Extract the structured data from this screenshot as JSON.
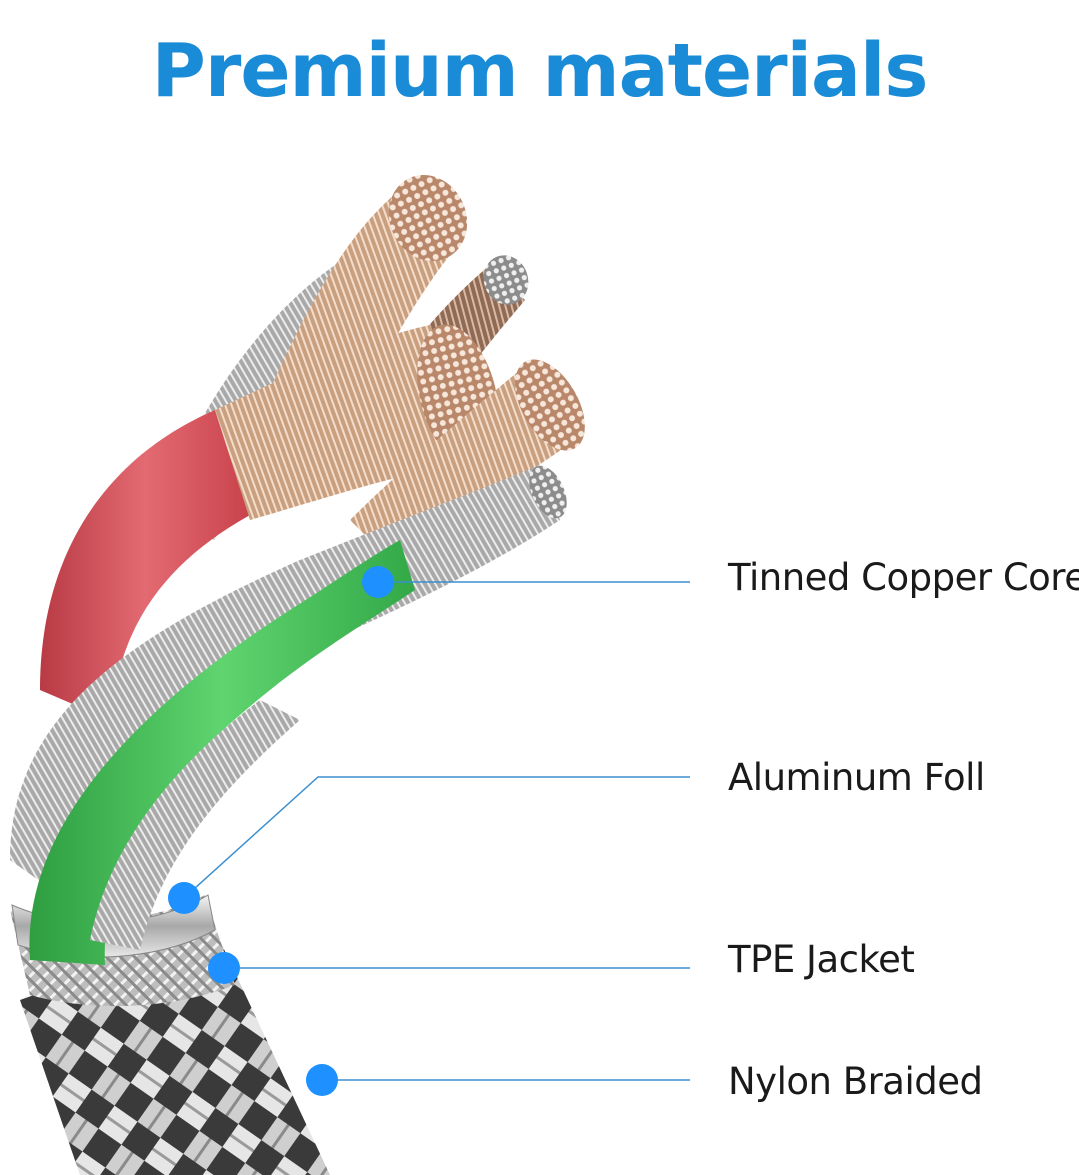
{
  "title": "Premium materials",
  "colors": {
    "title": "#1a8bd6",
    "callout_line": "#3b8fd0",
    "callout_dot": "#1e90ff",
    "red_wire": "#d9505a",
    "green_wire": "#3fbf52",
    "copper": "#c58b62",
    "silver": "#b9b9b9"
  },
  "callouts": [
    {
      "label": "Tinned Copper Core"
    },
    {
      "label": "Aluminum Foll"
    },
    {
      "label": "TPE Jacket"
    },
    {
      "label": "Nylon Braided"
    }
  ]
}
